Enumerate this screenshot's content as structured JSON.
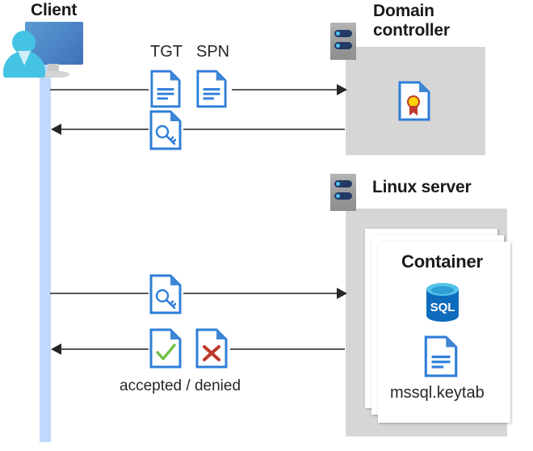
{
  "diagram": {
    "title_client": "Client",
    "title_domain_controller_line1": "Domain",
    "title_domain_controller_line2": "controller",
    "title_linux_server": "Linux server",
    "title_container": "Container",
    "keytab_label": "mssql.keytab",
    "flow_labels": {
      "tgt": "TGT",
      "spn": "SPN",
      "result": "accepted / denied"
    },
    "icons": {
      "client": "client-workstation-icon",
      "server": "server-rack-icon",
      "tgt_doc": "document-icon",
      "spn_doc": "document-icon",
      "ticket_key_doc": "key-document-icon",
      "certificate": "certificate-document-icon",
      "accepted": "check-document-icon",
      "denied": "cross-document-icon",
      "database": "sql-database-icon",
      "keytab": "document-icon"
    },
    "colors": {
      "doc_border": "#2f7ed8",
      "doc_fold": "#3f87d6",
      "doc_line": "#2f7ed8",
      "panel_gray": "#d6d6d6",
      "lifeline_blue": "#bed9fb",
      "arrow_gray": "#595959",
      "accent_green": "#70c14a",
      "accent_red": "#c0392b",
      "seal_gold": "#ffd400",
      "seal_ribbon": "#c0392b",
      "sql_blue": "#0f6cbd",
      "server_navy": "#243a66",
      "server_dot_cyan": "#4ec4ef"
    }
  }
}
